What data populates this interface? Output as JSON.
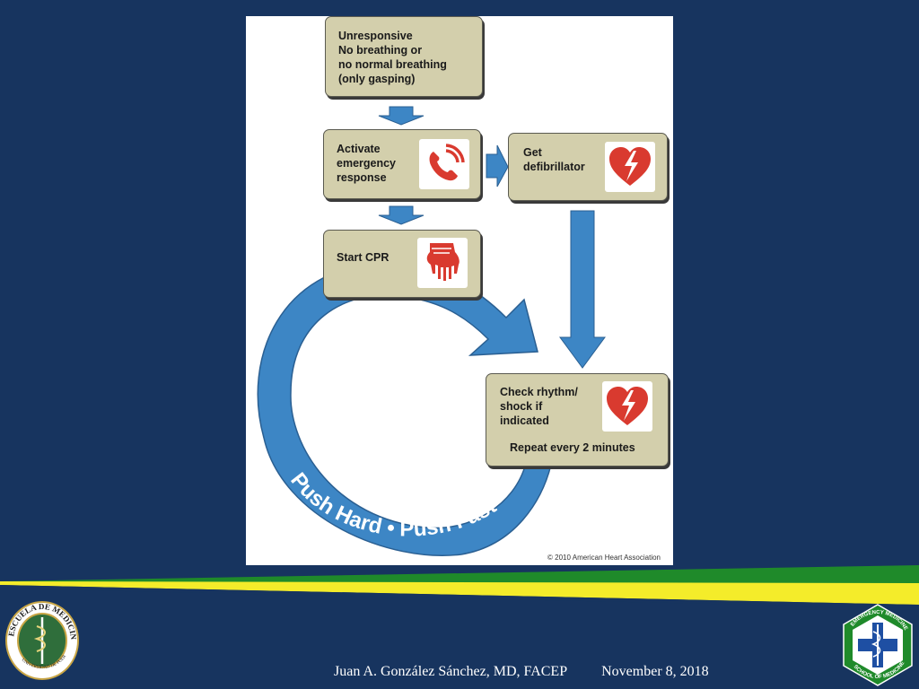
{
  "flowchart": {
    "box_unresponsive": "Unresponsive\nNo breathing or\nno normal breathing\n(only gasping)",
    "box_activate": "Activate\nemergency\nresponse",
    "box_defibrillator": "Get\ndefibrillator",
    "box_cpr": "Start CPR",
    "box_check": "Check rhythm/\nshock if\nindicated",
    "repeat_label": "Repeat every 2 minutes",
    "cycle_label": "Push Hard • Push Fast",
    "copyright": "© 2010 American Heart Association",
    "icons": [
      "phone-icon",
      "heart-defibrillator-icon",
      "hands-icon",
      "heart-defibrillator-icon"
    ]
  },
  "footer": {
    "author": "Juan A. González Sánchez, MD, FACEP",
    "date": "November 8, 2018",
    "left_logo_text_top": "ESCUELA DE MEDICINA",
    "left_logo_text_bottom": "UNIVERSIDAD DE PUERTO RICO",
    "right_logo_text_top": "EMERGENCY MEDICINE",
    "right_logo_text_bottom": "SCHOOL OF MEDICINE"
  },
  "colors": {
    "background": "#17345f",
    "arrow_blue": "#3d86c5",
    "box_fill": "#d3cfac",
    "icon_red": "#d93a2f",
    "band_green": "#1f8a2a",
    "band_yellow": "#f4ec2a"
  }
}
